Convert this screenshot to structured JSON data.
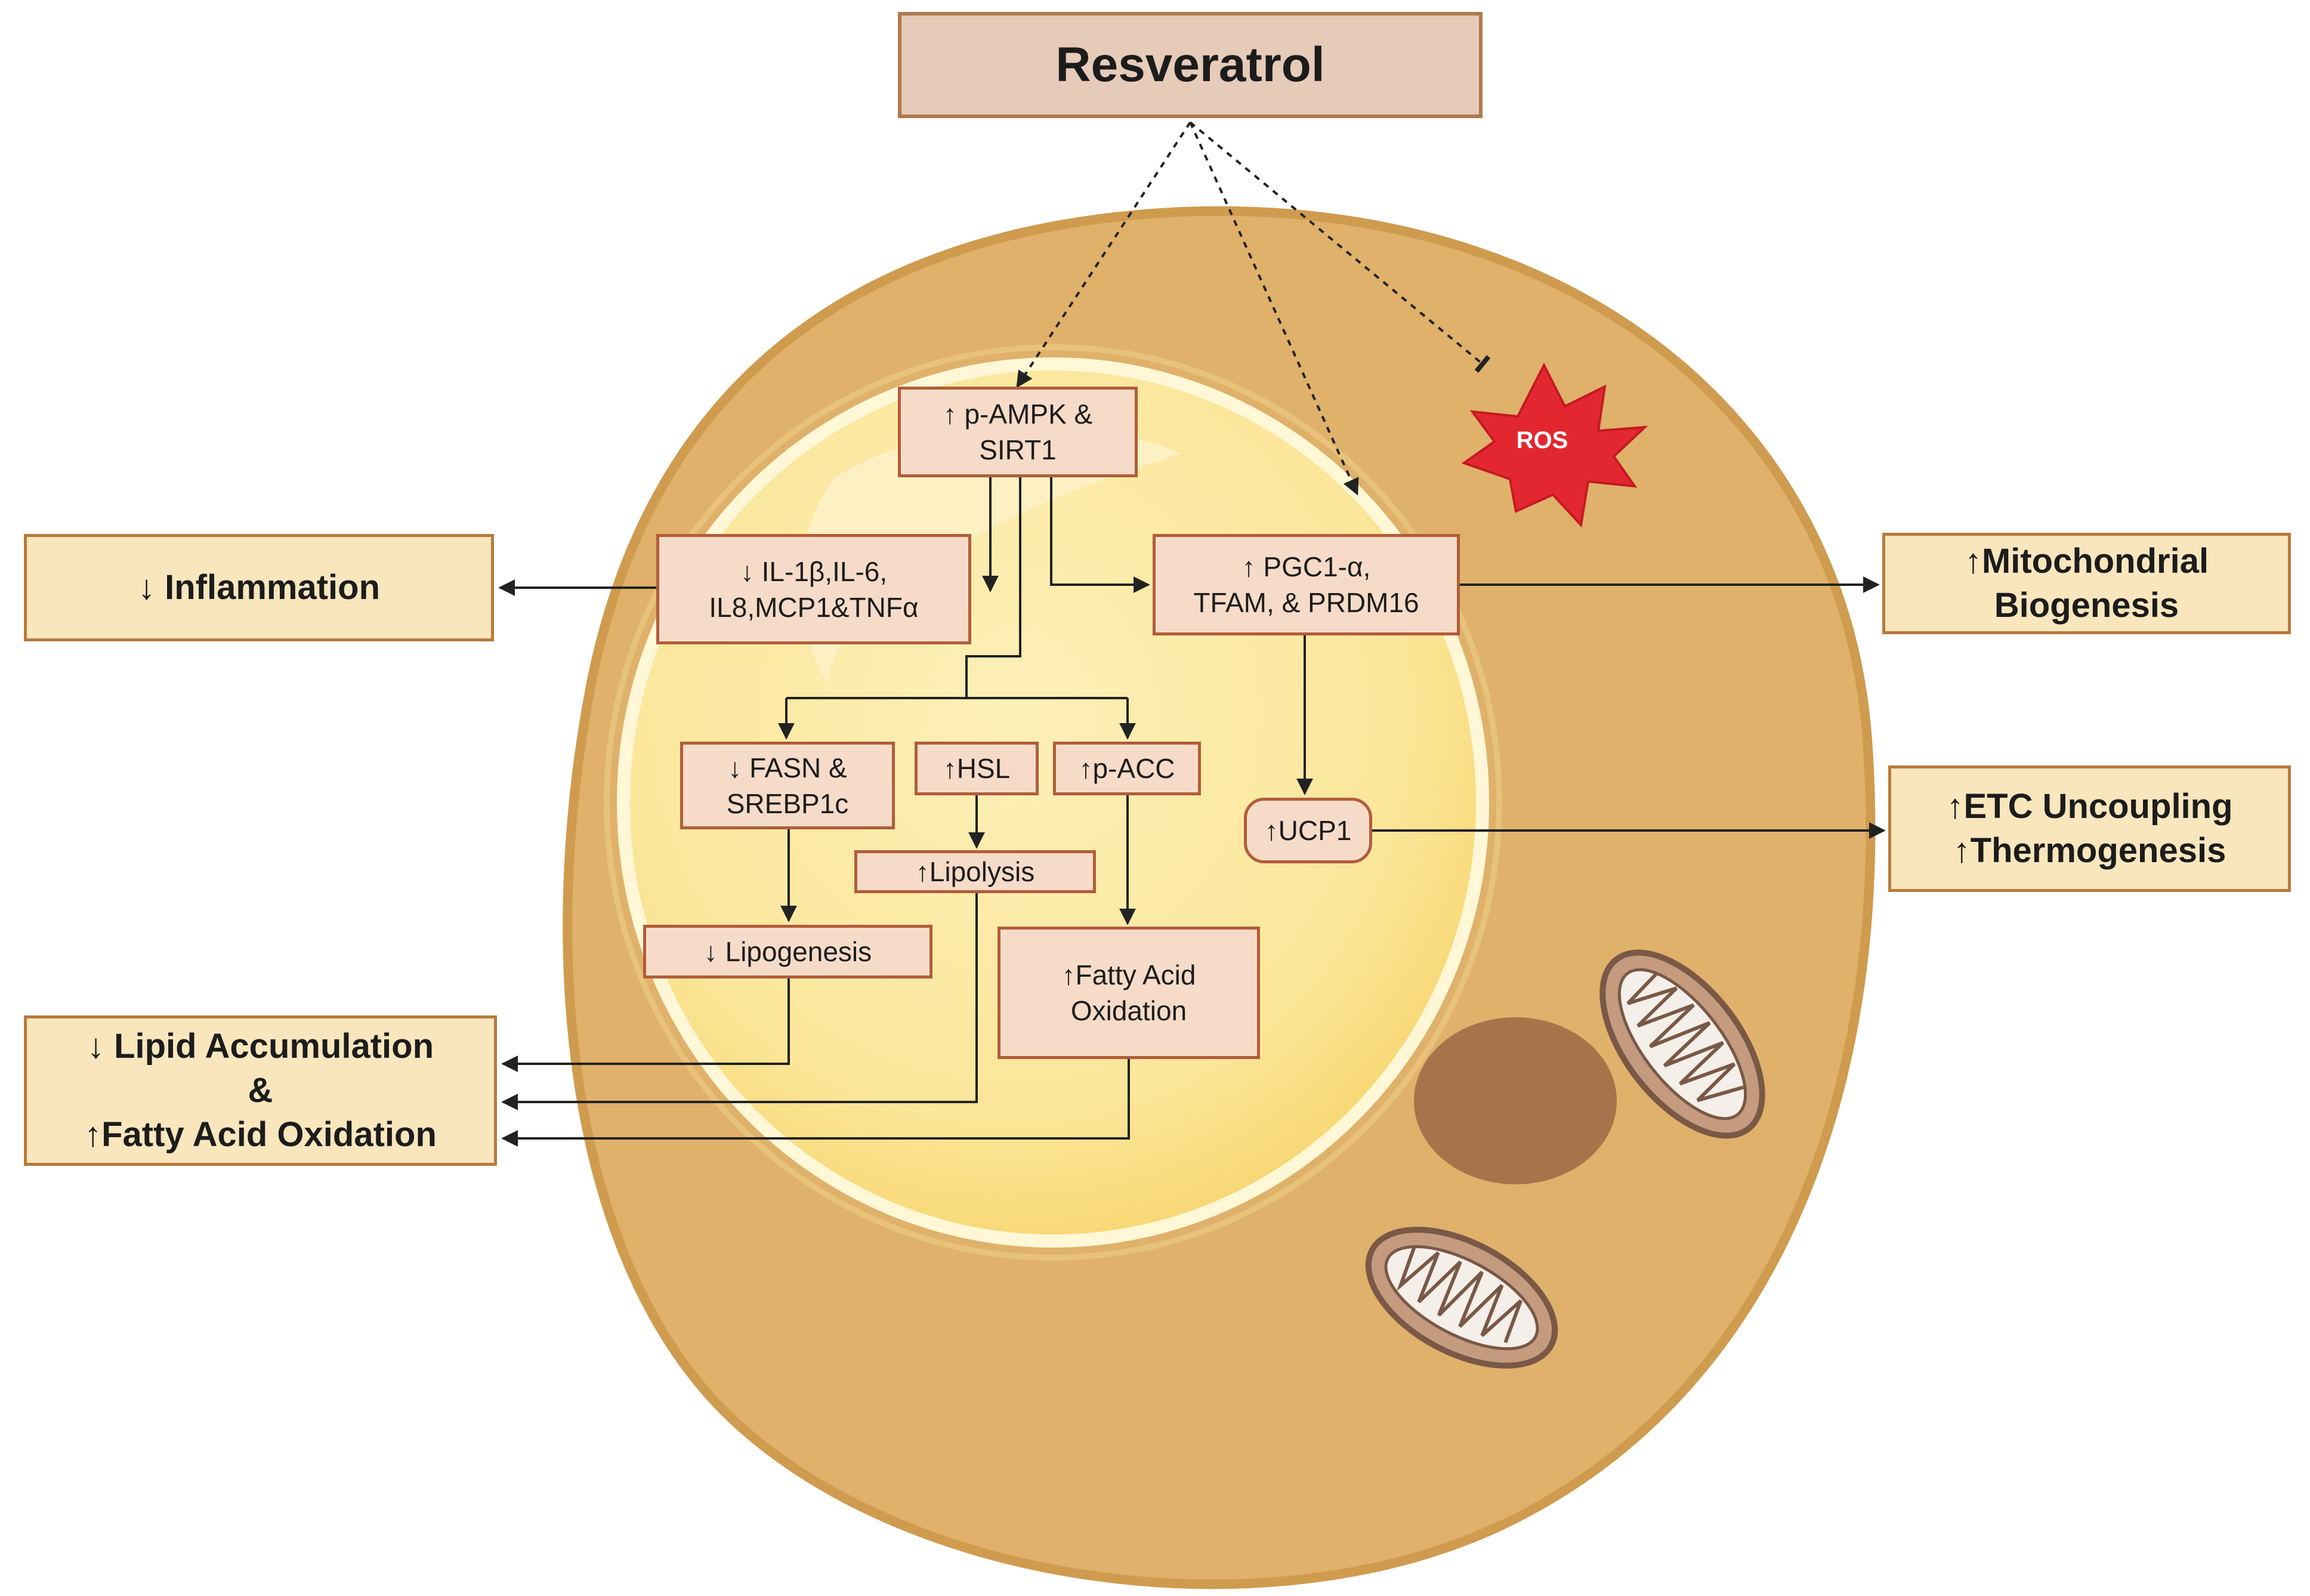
{
  "title": "Resveratrol",
  "nodes": {
    "ampk": [
      "↑ p-AMPK &",
      "SIRT1"
    ],
    "cytokines": [
      "↓ IL-1β,IL-6,",
      "IL8,MCP1&TNFα"
    ],
    "pgc": [
      "↑ PGC1-α,",
      "TFAM, & PRDM16"
    ],
    "fasn": [
      "↓ FASN &",
      "SREBP1c"
    ],
    "hsl": "↑HSL",
    "pacc": "↑p-ACC",
    "lipolysis": "↑Lipolysis",
    "lipogenesis": "↓ Lipogenesis",
    "fao": [
      "↑Fatty Acid",
      "Oxidation"
    ],
    "ucp1": "↑UCP1",
    "ros": "ROS"
  },
  "outcomes": {
    "inflammation": "↓ Inflammation",
    "mito": [
      "↑Mitochondrial",
      "Biogenesis"
    ],
    "etc": [
      "↑ETC Uncoupling",
      "↑Thermogenesis"
    ],
    "lipid": [
      "↓ Lipid Accumulation",
      "&",
      "↑Fatty Acid Oxidation"
    ]
  },
  "colors": {
    "cell_fill": "#dfb16a",
    "cell_border": "#cf9b4e",
    "droplet_fill": "#fbe89a",
    "droplet_rim": "#fff7d6",
    "nucleus": "#a6744a",
    "mito_fill": "#c49b7f",
    "mito_border": "#7a5846",
    "node_fill": "#f6dcc8",
    "node_border": "#b25c3a",
    "outcome_fill": "#fae6bd",
    "outcome_border": "#b77a3c",
    "ros": "#e32730",
    "arrow": "#222222"
  }
}
